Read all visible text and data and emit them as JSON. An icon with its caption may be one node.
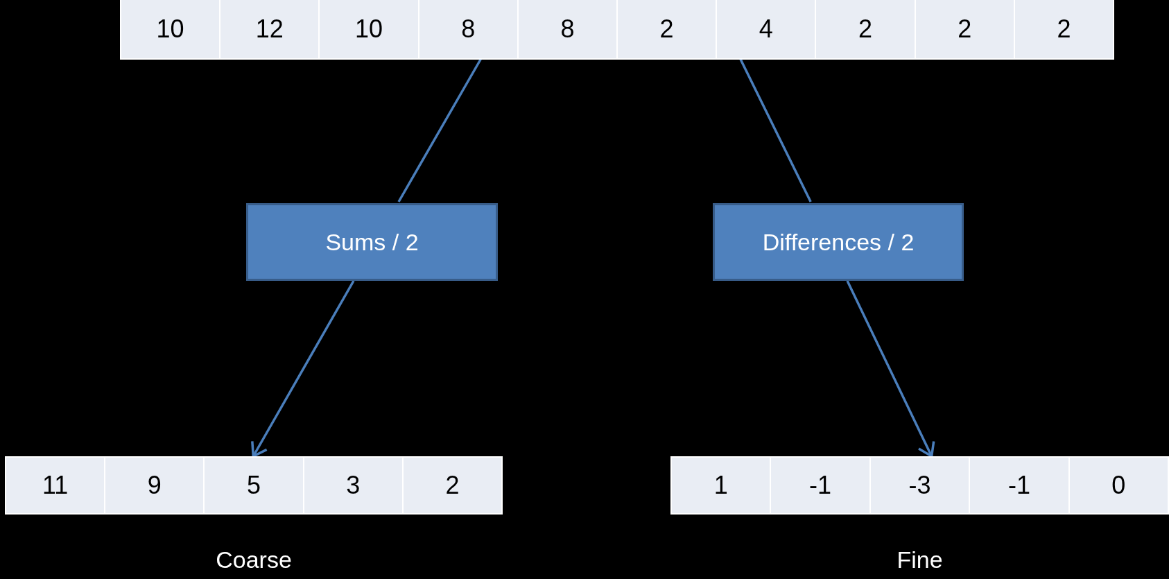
{
  "diagram": {
    "nodes": [
      {
        "text": [],
        "shape": "bar"
      },
      {
        "text": [
          "10"
        ],
        "in": 0
      },
      {
        "text": [
          "12"
        ],
        "in": 0
      },
      {
        "text": [
          "10"
        ],
        "in": 0
      },
      {
        "text": [
          "8"
        ],
        "in": 0
      },
      {
        "text": [
          "8"
        ],
        "in": 0
      },
      {
        "text": [
          "2"
        ],
        "in": 0
      },
      {
        "text": [
          "4"
        ],
        "in": 0
      },
      {
        "text": [
          "2"
        ],
        "in": 0
      },
      {
        "text": [
          "2"
        ],
        "in": 0
      },
      {
        "text": [
          "2"
        ],
        "in": 0
      },
      {
        "text": [
          "Sums / 2"
        ]
      },
      {
        "text": [
          "Differences / 2"
        ]
      },
      {
        "text": [],
        "shape": "bar",
        "beside": [
          "Coarse"
        ]
      },
      {
        "text": [
          "11"
        ],
        "in": 13
      },
      {
        "text": [
          "9"
        ],
        "in": 13
      },
      {
        "text": [
          "5"
        ],
        "in": 13
      },
      {
        "text": [
          "3"
        ],
        "in": 13
      },
      {
        "text": [
          "2"
        ],
        "in": 13
      },
      {
        "text": [],
        "shape": "bar",
        "beside": [
          "Fine"
        ]
      },
      {
        "text": [
          "1"
        ],
        "in": 19
      },
      {
        "text": [
          "-1"
        ],
        "in": 19
      },
      {
        "text": [
          "-3"
        ],
        "in": 19
      },
      {
        "text": [
          "-1"
        ],
        "in": 19
      },
      {
        "text": [
          "0"
        ],
        "in": 19
      }
    ],
    "edges": [
      {
        "from": 0,
        "to": 11,
        "arrow": "none"
      },
      {
        "from": 11,
        "to": 13,
        "arrow": "to"
      },
      {
        "from": 0,
        "to": 12,
        "arrow": "none"
      },
      {
        "from": 12,
        "to": 19,
        "arrow": "to"
      }
    ]
  }
}
